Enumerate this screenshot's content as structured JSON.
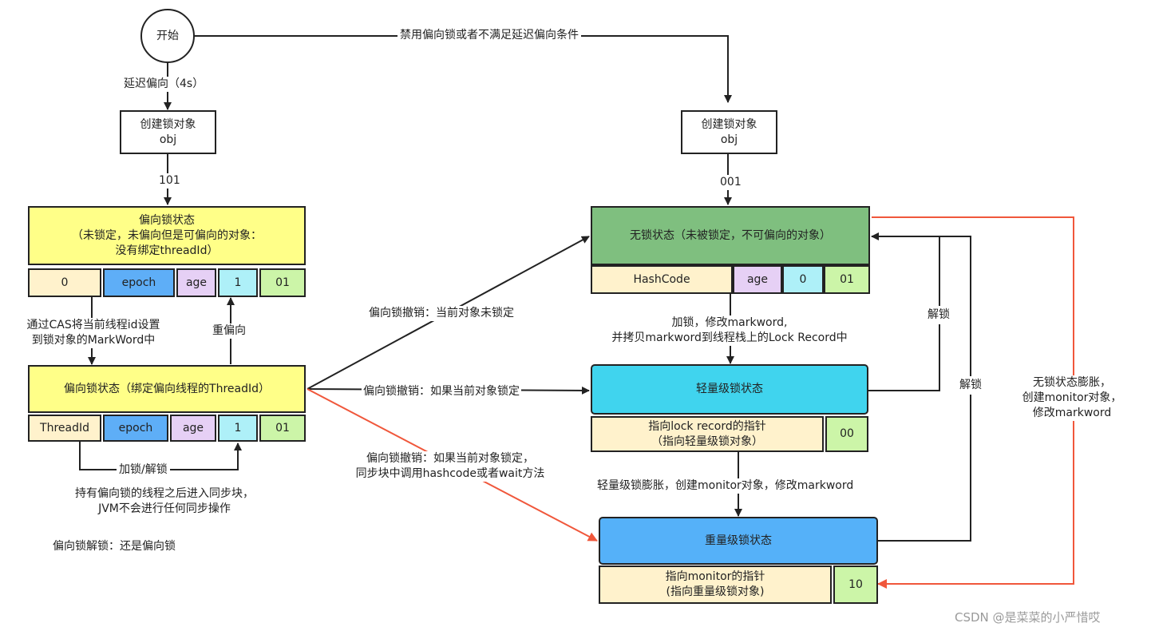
{
  "colors": {
    "yellow": "#ffff88",
    "cream": "#fff2cc",
    "blue": "#5eaef7",
    "purple": "#e6d0f5",
    "cyan": "#aef0f8",
    "green_light": "#ccf5a8",
    "green_header": "#7fbf7f",
    "light_state": "#40d4ee",
    "heavy_state": "#55b1f9",
    "red_arrow": "#f0573b"
  },
  "start": {
    "label": "开始"
  },
  "left_create": {
    "line1": "创建锁对象",
    "line2": "obj"
  },
  "right_create": {
    "line1": "创建锁对象",
    "line2": "obj"
  },
  "biased_anon": {
    "title": "偏向锁状态\n（未锁定，未偏向但是可偏向的对象：\n没有绑定threadId）",
    "cells": [
      "0",
      "epoch",
      "age",
      "1",
      "01"
    ]
  },
  "biased_bound": {
    "title": "偏向锁状态（绑定偏向线程的ThreadId）",
    "cells": [
      "ThreadId",
      "epoch",
      "age",
      "1",
      "01"
    ]
  },
  "lockfree": {
    "title": "无锁状态（未被锁定，不可偏向的对象）",
    "cells": [
      "HashCode",
      "age",
      "0",
      "01"
    ]
  },
  "lightweight": {
    "title": "轻量级锁状态",
    "pointer": "指向lock record的指针\n（指向轻量级锁对象）",
    "bits": "00"
  },
  "heavyweight": {
    "title": "重量级锁状态",
    "pointer": "指向monitor的指针\n(指向重量级锁对象)",
    "bits": "10"
  },
  "labels": {
    "disable_biased": "禁用偏向锁或者不满足延迟偏向条件",
    "delay_biased": "延迟偏向（4s）",
    "bits_101": "101",
    "bits_001": "001",
    "cas_set": "通过CAS将当前线程id设置\n到锁对象的MarkWord中",
    "rebias": "重偏向",
    "lock_unlock": "加锁/解锁",
    "sync_note": "持有偏向锁的线程之后进入同步块，\nJVM不会进行任何同步操作",
    "biased_unlock_note": "偏向锁解锁：还是偏向锁",
    "revoke_unlocked": "偏向锁撤销：当前对象未锁定",
    "revoke_locked": "偏向锁撤销：如果当前对象锁定",
    "revoke_hashcode": "偏向锁撤销：如果当前对象锁定，\n同步块中调用hashcode或者wait方法",
    "lock_copy": "加锁，修改markword,\n并拷贝markword到线程栈上的Lock Record中",
    "unlock_1": "解锁",
    "unlock_2": "解锁",
    "inflate_light": "轻量级锁膨胀，创建monitor对象，修改markword",
    "inflate_free": "无锁状态膨胀，\n创建monitor对象，\n修改markword"
  },
  "watermark": "CSDN @是菜菜的小严惜哎"
}
